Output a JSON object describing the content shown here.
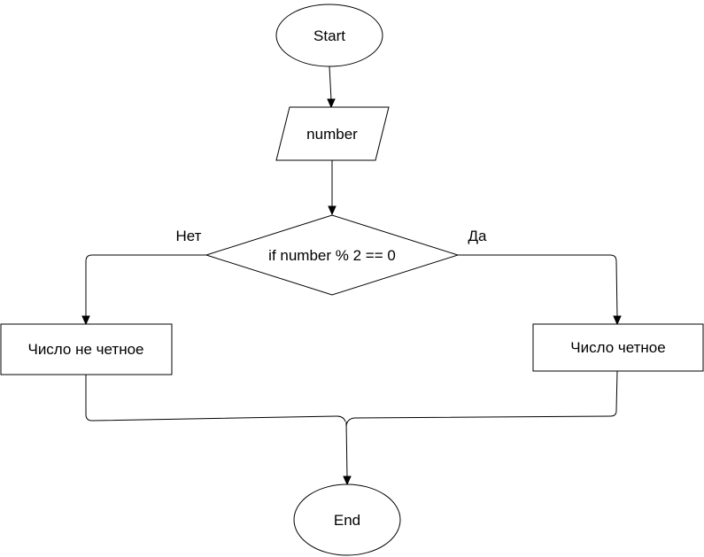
{
  "nodes": {
    "start": {
      "label": "Start",
      "shape": "ellipse"
    },
    "input": {
      "label": "number",
      "shape": "parallelogram"
    },
    "decision": {
      "label": "if number % 2 == 0",
      "shape": "diamond"
    },
    "odd": {
      "label": "Число не четное",
      "shape": "rectangle"
    },
    "even": {
      "label": "Число четное",
      "shape": "rectangle"
    },
    "end": {
      "label": "End",
      "shape": "ellipse"
    }
  },
  "edges": {
    "no_label": "Нет",
    "yes_label": "Да"
  },
  "colors": {
    "stroke": "#000000",
    "fill": "#ffffff",
    "background": "#ffffff"
  }
}
